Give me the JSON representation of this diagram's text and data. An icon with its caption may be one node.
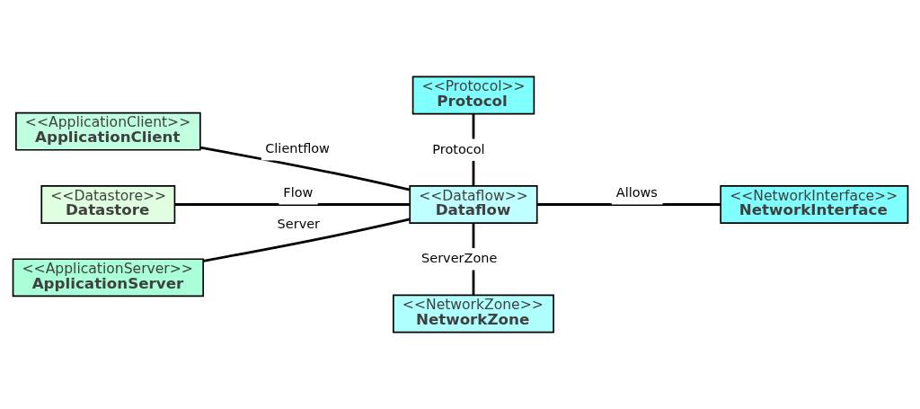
{
  "diagram": {
    "nodes": [
      {
        "text": [
          "<<Protocol>>",
          "Protocol"
        ]
      },
      {
        "text": [
          "<<ApplicationClient>>",
          "ApplicationClient"
        ]
      },
      {
        "text": [
          "<<Datastore>>",
          "Datastore"
        ]
      },
      {
        "text": [
          "<<Dataflow>>",
          "Dataflow"
        ]
      },
      {
        "text": [
          "<<NetworkInterface>>",
          "NetworkInterface"
        ]
      },
      {
        "text": [
          "<<ApplicationServer>>",
          "ApplicationServer"
        ]
      },
      {
        "text": [
          "<<NetworkZone>>",
          "NetworkZone"
        ]
      }
    ],
    "edges": [
      {
        "from": 0,
        "to": 3,
        "arrow": "none",
        "label": "Protocol"
      },
      {
        "from": 1,
        "to": 3,
        "arrow": "none",
        "label": "Clientflow"
      },
      {
        "from": 2,
        "to": 3,
        "arrow": "none",
        "label": "Flow"
      },
      {
        "from": 3,
        "to": 4,
        "arrow": "none",
        "label": "Allows"
      },
      {
        "from": 5,
        "to": 3,
        "arrow": "none",
        "label": "Server"
      },
      {
        "from": 3,
        "to": 6,
        "arrow": "none",
        "label": "ServerZone"
      }
    ]
  }
}
